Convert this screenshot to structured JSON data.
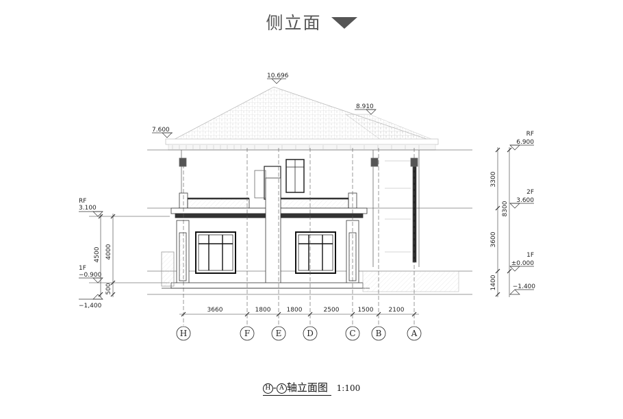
{
  "header": {
    "title": "侧立面"
  },
  "elevations": {
    "ridge": "10.696",
    "secondary_ridge": "8.910",
    "low_eave": "7.600",
    "right": [
      {
        "floor": "RF",
        "value": "6.900"
      },
      {
        "floor": "2F",
        "value": "3.600"
      },
      {
        "floor": "1F",
        "value": "±0.000"
      },
      {
        "floor": "",
        "value": "−1.400"
      }
    ],
    "left": [
      {
        "floor": "RF",
        "value": "3.100"
      },
      {
        "floor": "1F",
        "value": "−0.900"
      },
      {
        "floor": "",
        "value": "−1,400"
      }
    ]
  },
  "dims": {
    "bottom": [
      "3660",
      "1800",
      "1800",
      "2500",
      "1500",
      "2100"
    ],
    "right_inner": [
      "3300",
      "3600",
      "1400"
    ],
    "right_outer": "8300",
    "left_inner": [
      "4000",
      "500"
    ],
    "left_outer": "4500"
  },
  "axes": [
    "H",
    "F",
    "E",
    "D",
    "C",
    "B",
    "A"
  ],
  "caption": {
    "from": "H",
    "to": "A",
    "title": "轴立面图",
    "scale": "1:100"
  }
}
